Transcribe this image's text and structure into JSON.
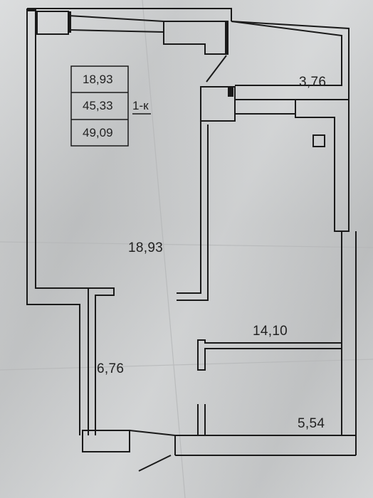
{
  "legend": {
    "living_area": "18,93",
    "total_area": "45,33",
    "total_with_balcony": "49,09",
    "type": "1-к"
  },
  "rooms": {
    "balcony": "3,76",
    "living_room": "18,93",
    "kitchen": "14,10",
    "hallway": "6,76",
    "bathroom": "5,54"
  },
  "colors": {
    "wall": "#1a1a1a",
    "paper": "#cfd1d2"
  }
}
